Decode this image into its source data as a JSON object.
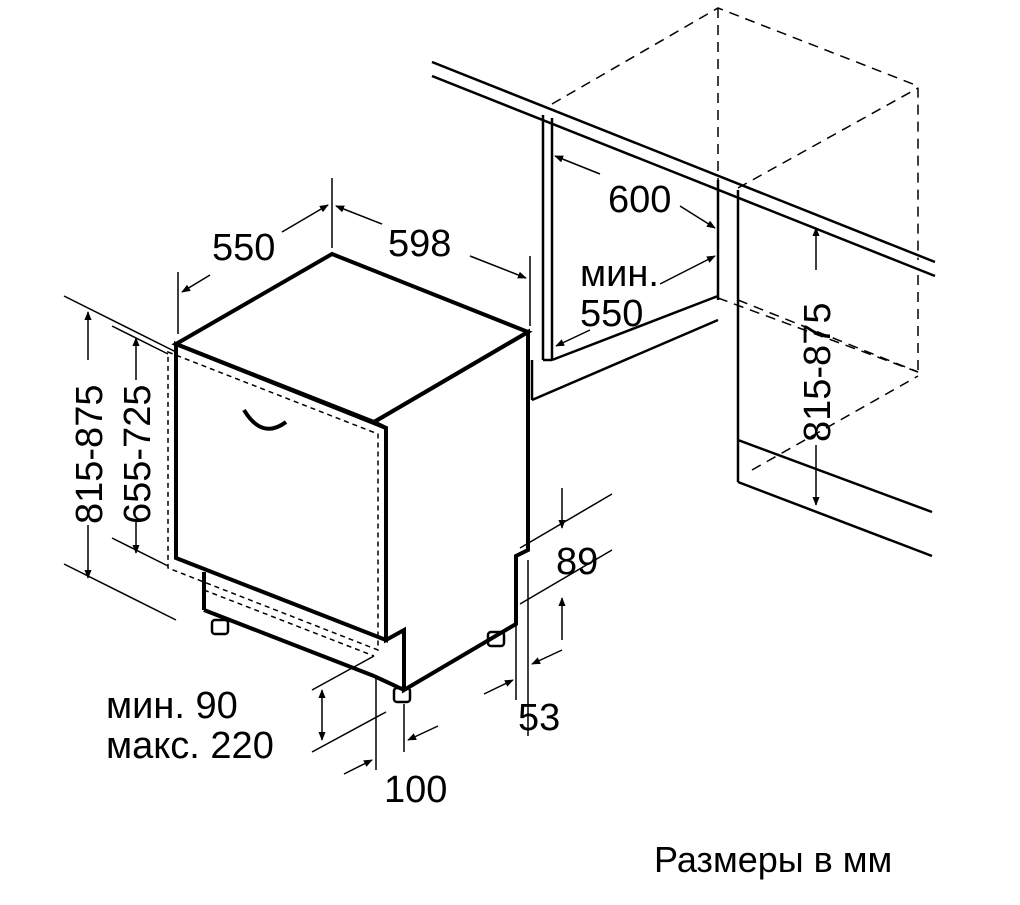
{
  "dimensions": {
    "depth_550": "550",
    "width_598": "598",
    "niche_width_600": "600",
    "niche_depth_min_line1": "мин.",
    "niche_depth_min_line2": "550",
    "height_right": "815-875",
    "height_left": "815-875",
    "height_door": "655-725",
    "toe_89": "89",
    "toe_53": "53",
    "plinth_line1": "мин. 90",
    "plinth_line2": "макс. 220",
    "recess_100": "100"
  },
  "caption": "Размеры в мм"
}
